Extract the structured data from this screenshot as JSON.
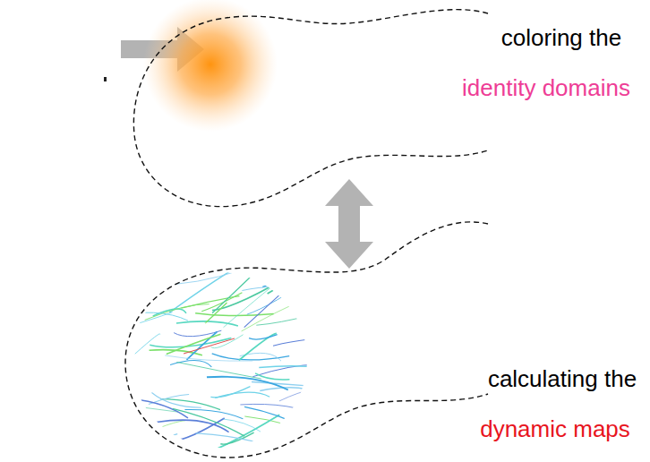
{
  "diagram": {
    "nodes": [
      {
        "text": [
          "coloring the",
          "identity domains"
        ]
      },
      {
        "text": [
          "calculating the",
          "dynamic maps"
        ]
      }
    ],
    "edges": [
      {
        "from": 0,
        "to": 1,
        "arrow": "both"
      }
    ]
  }
}
